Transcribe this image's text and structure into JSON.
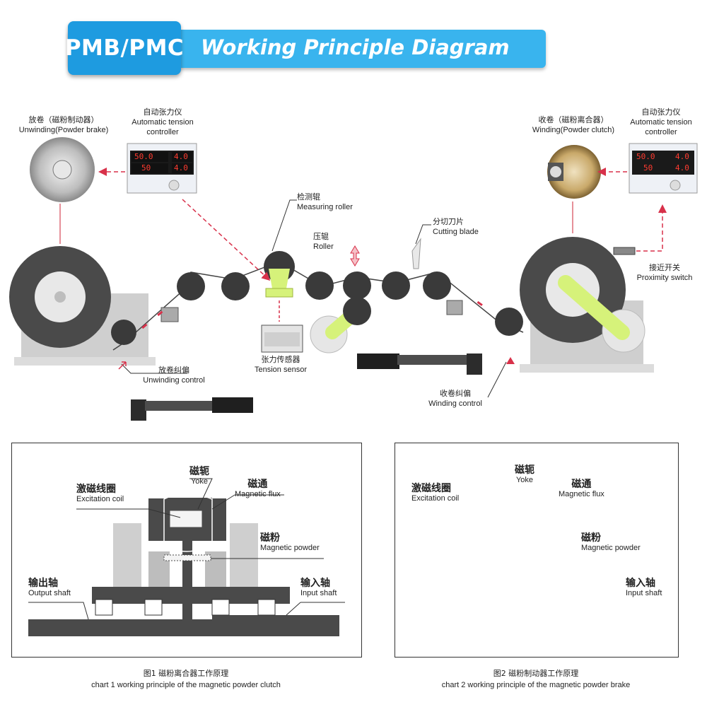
{
  "header": {
    "tab": "PMB/PMC",
    "title": "Working Principle Diagram"
  },
  "process": {
    "unwinding": {
      "cn": "放卷（磁粉制动器）",
      "en": "Unwinding(Powder brake)"
    },
    "controller_left": {
      "cn": "自动张力仪",
      "en1": "Automatic tension",
      "en2": "controller"
    },
    "controller_right": {
      "cn": "自动张力仪",
      "en1": "Automatic tension",
      "en2": "controller"
    },
    "winding": {
      "cn": "收卷（磁粉离合器）",
      "en": "Winding(Powder clutch)"
    },
    "measuring_roller": {
      "cn": "检测辊",
      "en": "Measuring roller"
    },
    "roller": {
      "cn": "压辊",
      "en": "Roller"
    },
    "cutting_blade": {
      "cn": "分切刀片",
      "en": "Cutting blade"
    },
    "proximity_switch": {
      "cn": "接近开关",
      "en": "Proximity switch"
    },
    "tension_sensor": {
      "cn": "张力传感器",
      "en": "Tension sensor"
    },
    "unwinding_control": {
      "cn": "放卷纠偏",
      "en": "Unwinding control"
    },
    "winding_control": {
      "cn": "收卷纠偏",
      "en": "Winding control"
    },
    "display": {
      "value1": "50.0",
      "value2": "4.0",
      "value3": "50",
      "value4": "4.0"
    }
  },
  "charts": [
    {
      "yoke": {
        "cn": "磁轭",
        "en": "Yoke"
      },
      "coil": {
        "cn": "激磁线圈",
        "en": "Excitation coil"
      },
      "flux": {
        "cn": "磁通",
        "en": "Magnetic flux"
      },
      "powder": {
        "cn": "磁粉",
        "en": "Magnetic powder"
      },
      "output": {
        "cn": "输出轴",
        "en": "Output shaft"
      },
      "input": {
        "cn": "输入轴",
        "en": "Input shaft"
      },
      "caption_cn": "图1 磁粉离合器工作原理",
      "caption_en": "chart 1 working principle of the magnetic powder clutch"
    },
    {
      "yoke": {
        "cn": "磁轭",
        "en": "Yoke"
      },
      "coil": {
        "cn": "激磁线圈",
        "en": "Excitation coil"
      },
      "flux": {
        "cn": "磁通",
        "en": "Magnetic flux"
      },
      "powder": {
        "cn": "磁粉",
        "en": "Magnetic powder"
      },
      "input": {
        "cn": "输入轴",
        "en": "Input shaft"
      },
      "caption_cn": "图2 磁粉制动器工作原理",
      "caption_en": "chart 2 working principle of the magnetic powder brake"
    }
  ],
  "colors": {
    "accent": "#39b4ee",
    "accent_dark": "#1e9be0",
    "machine": "#cfcfcf",
    "roller": "#3a3a3a",
    "arm": "#d6f27a",
    "arrow": "#d8314a"
  }
}
